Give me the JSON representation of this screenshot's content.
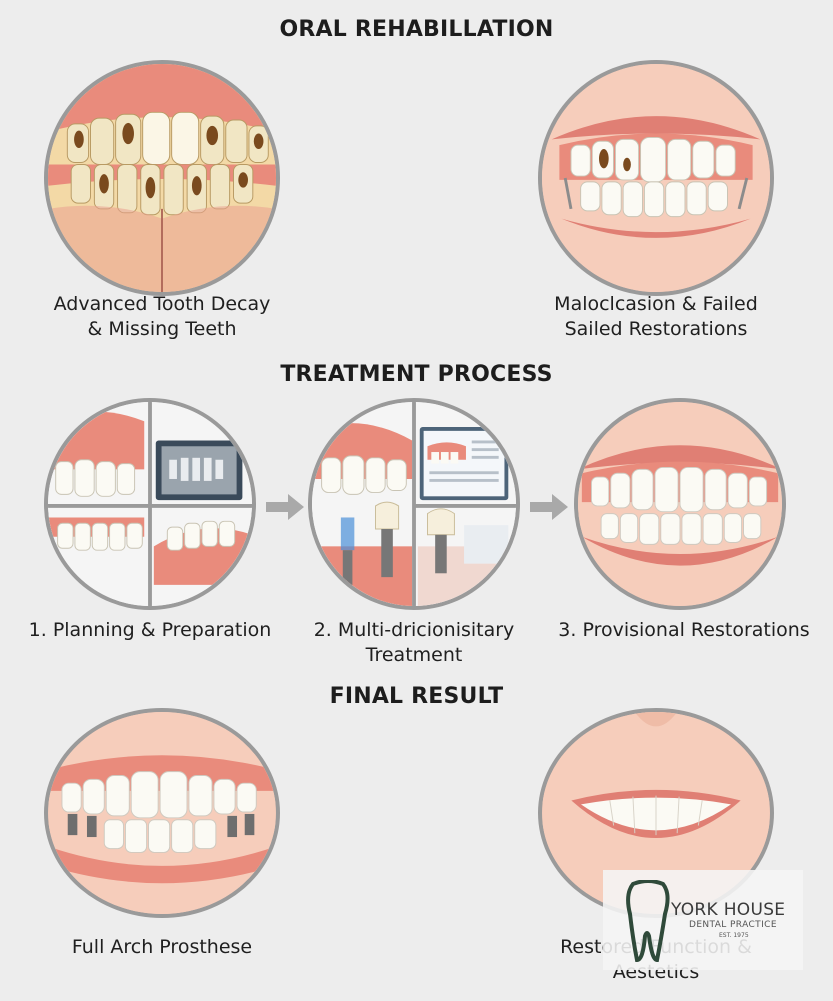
{
  "sections": {
    "oral_rehab": "ORAL REHABILLATION",
    "treatment": "TREATMENT PROCESS",
    "final": "FINAL RESULT"
  },
  "captions": {
    "decay": [
      "Advanced Tooth Decay",
      "& Missing Teeth"
    ],
    "maloc": [
      "Maloclcasion & Failed",
      "Sailed Restorations"
    ],
    "step1": [
      "1. Planning & Preparation"
    ],
    "step2": [
      "2. Multi-dricionisitary",
      "Treatment"
    ],
    "step3": [
      "3. Provisional Restorations"
    ],
    "full_arch": [
      "Full Arch Prosthese"
    ],
    "restored": [
      "Restored Function &",
      "Aestetics"
    ]
  },
  "logo": {
    "name": "YORK HOUSE",
    "subtitle": "DENTAL PRACTICE",
    "est": "EST. 1975"
  },
  "colors": {
    "gum": "#e98b7c",
    "lip": "#e07f74",
    "skin": "#f6cdbb",
    "tooth": "#fbfaf4",
    "decay": "#7a4a1e",
    "ring": "#9a9a9a",
    "arrow": "#a9a9a9"
  }
}
